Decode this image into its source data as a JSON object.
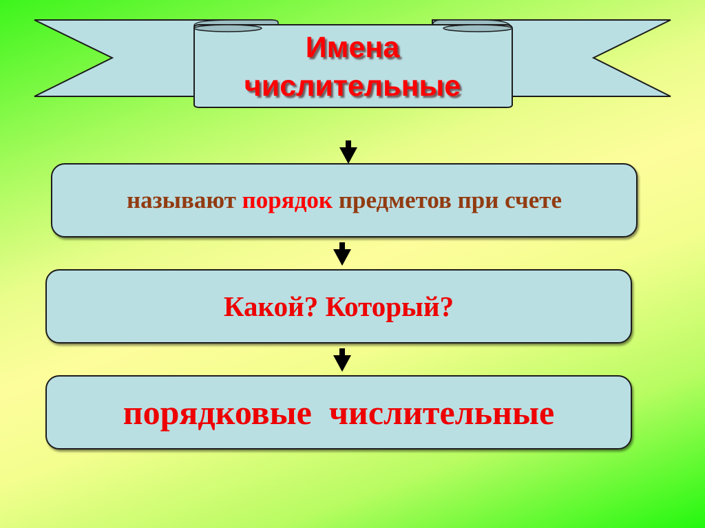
{
  "title": {
    "line1": "Имена",
    "line2": "числительные",
    "color": "#ff0000"
  },
  "flow": [
    {
      "parts": [
        {
          "text": "называют ",
          "color": "#923b11"
        },
        {
          "text": "порядок",
          "color": "#ff0000"
        },
        {
          "text": " предметов при счете",
          "color": "#923b11"
        }
      ]
    },
    {
      "text": "Какой? Который?",
      "color": "#ee0000"
    },
    {
      "text": "порядковые  числительные",
      "color": "#ee0000"
    }
  ],
  "arrows": [
    {
      "icon": "down-arrow-icon"
    },
    {
      "icon": "down-arrow-icon"
    },
    {
      "icon": "down-arrow-icon"
    }
  ],
  "colors": {
    "box_fill": "#b9dfe3",
    "banner_fill": "#b9dfe3",
    "outline": "#1c1c1c"
  }
}
